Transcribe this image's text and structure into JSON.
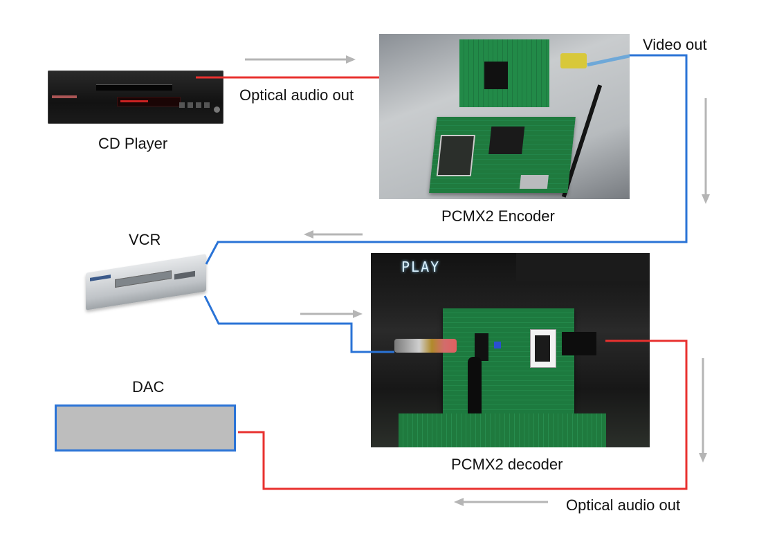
{
  "labels": {
    "cd_player": "CD Player",
    "encoder": "PCMX2 Encoder",
    "vcr": "VCR",
    "decoder": "PCMX2 decoder",
    "dac": "DAC",
    "optical_audio_out_top": "Optical audio out",
    "video_out": "Video out",
    "optical_audio_out_bottom": "Optical audio out"
  },
  "decoder_display": "PLAY",
  "colors": {
    "optical_wire": "#e8312f",
    "video_wire": "#2a73d6",
    "flow_arrow": "#b5b5b5",
    "dac_fill": "#bdbdbd"
  },
  "icons": {
    "flow_arrow": "arrow-icon"
  }
}
